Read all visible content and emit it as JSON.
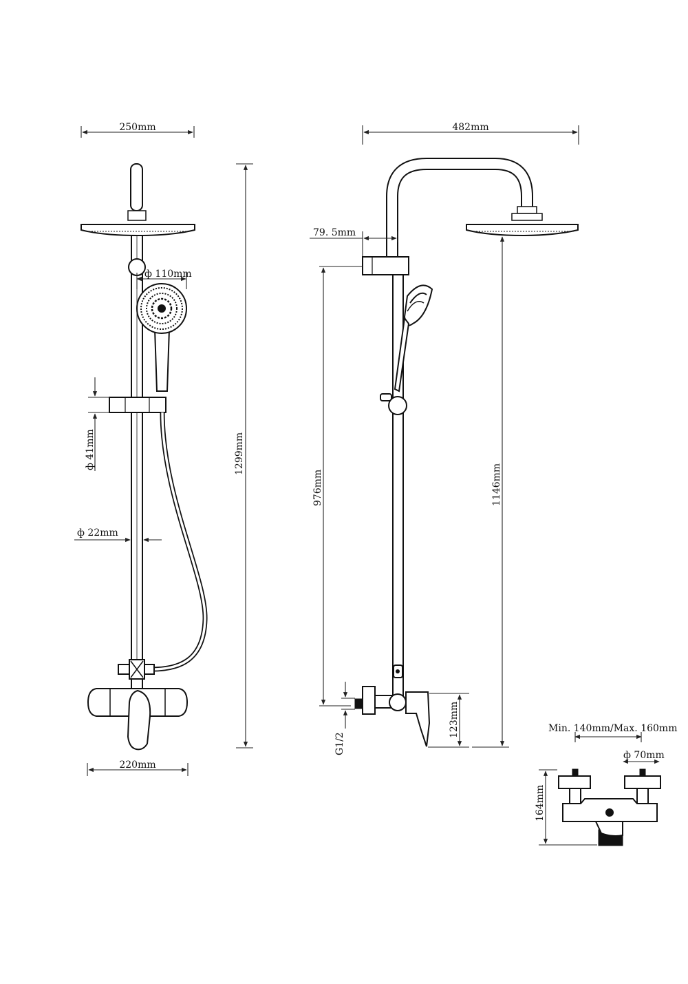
{
  "front_view": {
    "width_top": "250mm",
    "hand_shower_diameter": "ф 110mm",
    "slider_diameter": "ф 41mm",
    "rail_diameter": "ф 22mm",
    "total_height": "1299mm",
    "mixer_width": "220mm"
  },
  "side_view": {
    "reach": "482mm",
    "offset": "79. 5mm",
    "rail_height": "976mm",
    "head_height": "1146mm",
    "inlet_thread": "G1/2",
    "mixer_height": "123mm"
  },
  "mixer_detail": {
    "centers": "Min. 140mm/Max. 160mm",
    "cap_diameter": "ф 70mm",
    "height": "164mm"
  }
}
